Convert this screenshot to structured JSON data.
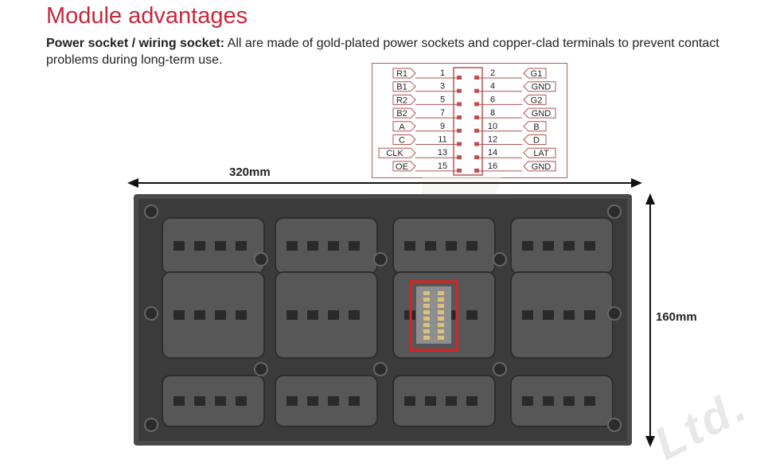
{
  "header": {
    "title": "Module advantages",
    "desc_bold": "Power socket / wiring socket:",
    "desc_text": " All are made of gold-plated power sockets and copper-clad terminals to prevent contact problems during long-term use."
  },
  "pinout": {
    "left_labels": [
      "R1",
      "B1",
      "R2",
      "B2",
      "A",
      "C",
      "CLK",
      "OE"
    ],
    "odd_numbers": [
      "1",
      "3",
      "5",
      "7",
      "9",
      "11",
      "13",
      "15"
    ],
    "even_numbers": [
      "2",
      "4",
      "6",
      "8",
      "10",
      "12",
      "14",
      "16"
    ],
    "right_labels": [
      "G1",
      "GND",
      "G2",
      "GND",
      "B",
      "D",
      "LAT",
      "GND"
    ]
  },
  "dimensions": {
    "width": "320mm",
    "height": "160mm"
  },
  "watermark": "Ltd."
}
